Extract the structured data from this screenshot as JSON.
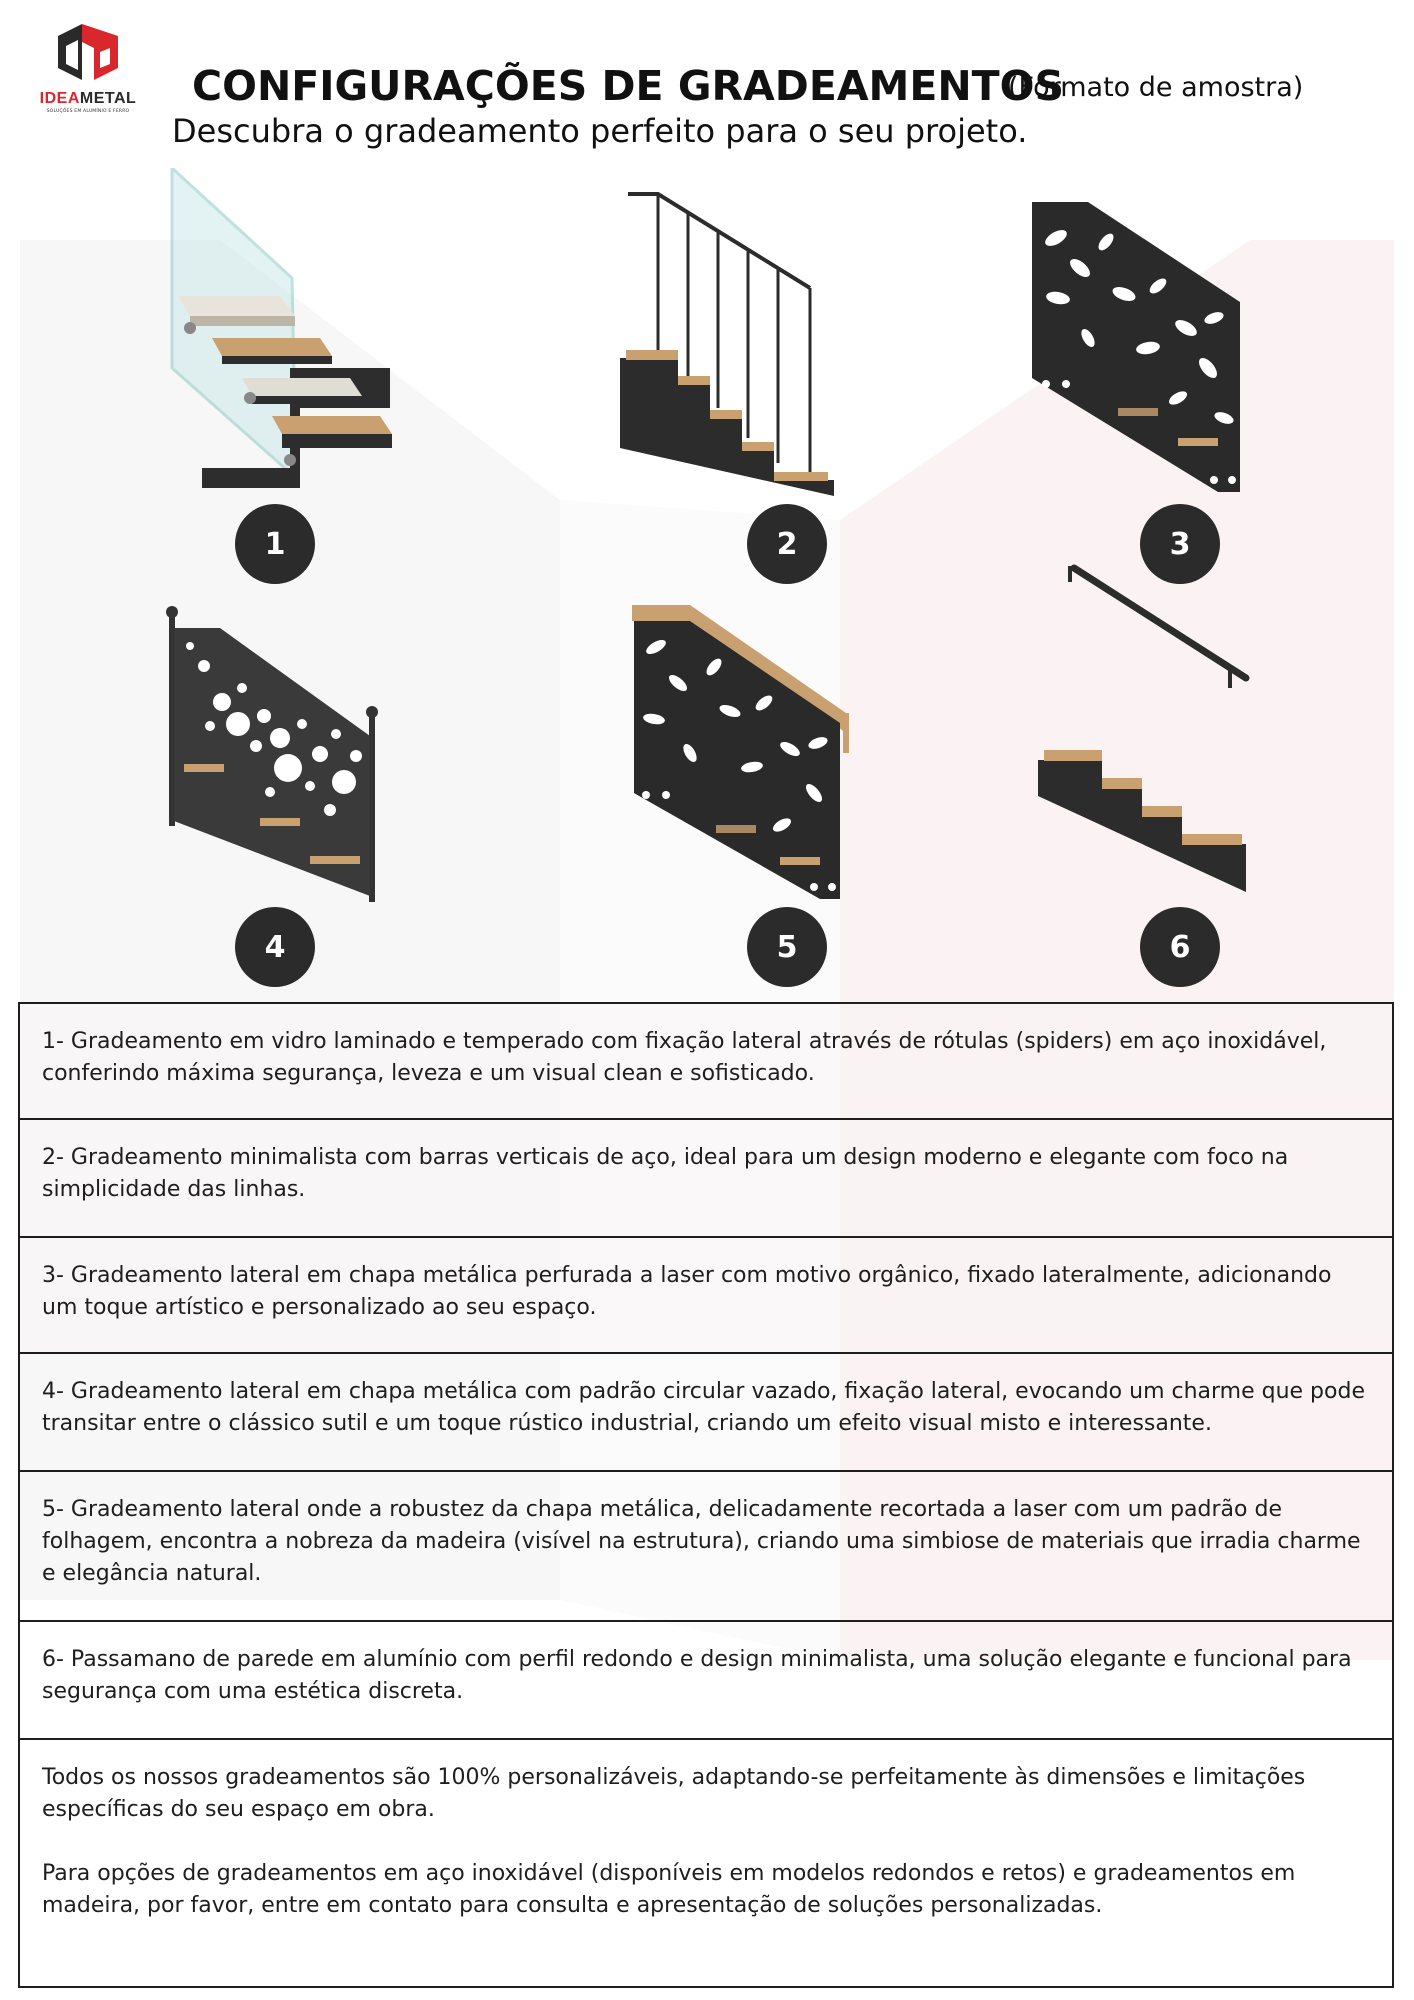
{
  "header": {
    "logo_brand_a": "IDEA",
    "logo_brand_b": "METAL",
    "logo_tagline": "SOLUÇÕES EM ALUMÍNIO E FERRO",
    "title": "CONFIGURAÇÕES DE GRADEAMENTOS",
    "format_note": "(Formato de amostra)",
    "tagline": "Descubra o gradeamento perfeito para o seu projeto."
  },
  "options": [
    {
      "number": "1",
      "icon": "glass-railing-stair-icon",
      "text": "1- Gradeamento em vidro laminado e temperado com fixação lateral através de rótulas (spiders) em aço inoxidável, conferindo máxima segurança, leveza e um visual clean e sofisticado."
    },
    {
      "number": "2",
      "icon": "vertical-bar-railing-stair-icon",
      "text": "2- Gradeamento minimalista com barras verticais de aço, ideal para um design moderno e elegante com foco na simplicidade das linhas."
    },
    {
      "number": "3",
      "icon": "leaf-laser-cut-railing-stair-icon",
      "text": "3- Gradeamento lateral em chapa metálica perfurada a laser com motivo orgânico, fixado lateralmente, adicionando um toque artístico e personalizado ao seu espaço."
    },
    {
      "number": "4",
      "icon": "circle-pattern-railing-stair-icon",
      "text": "4- Gradeamento lateral em chapa metálica com padrão circular vazado, fixação lateral, evocando um charme que pode transitar entre o clássico sutil e um toque rústico industrial, criando um efeito visual misto e interessante."
    },
    {
      "number": "5",
      "icon": "leaf-panel-wood-handrail-stair-icon",
      "text": "5-  Gradeamento lateral onde a robustez da chapa metálica, delicadamente recortada a laser com um padrão de folhagem, encontra a nobreza da madeira (visível na estrutura), criando uma simbiose de materiais que irradia charme e elegância natural."
    },
    {
      "number": "6",
      "icon": "wall-handrail-stair-icon",
      "text": "6- Passamano de parede em alumínio com perfil redondo e design minimalista, uma solução elegante e funcional para segurança com uma estética discreta."
    }
  ],
  "footer": {
    "paragraph_1": "Todos os nossos gradeamentos são 100% personalizáveis, adaptando-se perfeitamente às dimensões e limitações específicas do seu espaço em obra.",
    "paragraph_2": "Para opções de gradeamentos em aço inoxidável (disponíveis em modelos redondos e retos) e gradeamentos em madeira, por favor, entre em contato para consulta e apresentação de soluções personalizadas."
  },
  "colors": {
    "brand_red": "#d9272e",
    "brand_dark": "#2a2a2a",
    "wood": "#c9a070",
    "metal": "#2c2c2c"
  }
}
